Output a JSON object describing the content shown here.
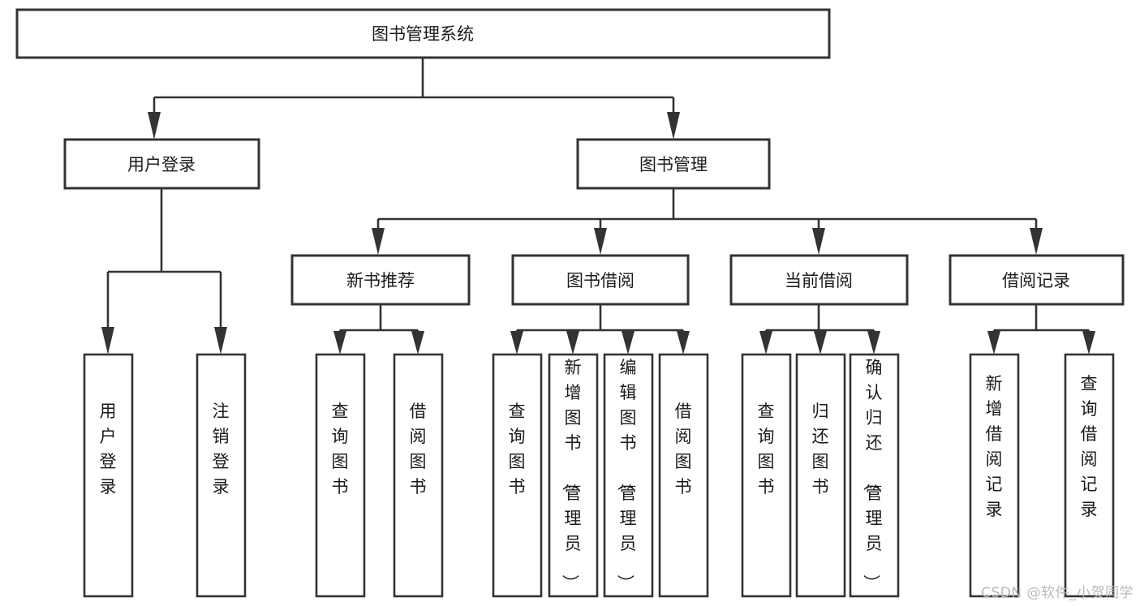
{
  "diagram": {
    "title": "图书管理系统",
    "type": "tree-hierarchy-chart",
    "watermark": "CSDN @软件_小贺同学",
    "root": {
      "id": "root",
      "label": "图书管理系统"
    },
    "level1": [
      {
        "id": "user-login",
        "label": "用户登录"
      },
      {
        "id": "book-management",
        "label": "图书管理"
      }
    ],
    "level2": [
      {
        "id": "new-book-recommend",
        "label": "新书推荐",
        "parent": "book-management"
      },
      {
        "id": "book-borrow",
        "label": "图书借阅",
        "parent": "book-management"
      },
      {
        "id": "current-borrow",
        "label": "当前借阅",
        "parent": "book-management"
      },
      {
        "id": "borrow-record",
        "label": "借阅记录",
        "parent": "book-management"
      }
    ],
    "leaves": {
      "user-login": [
        {
          "id": "leaf-user-login",
          "label": "用户登录"
        },
        {
          "id": "leaf-user-logout",
          "label": "注销登录"
        }
      ],
      "new-book-recommend": [
        {
          "id": "leaf-query-book-1",
          "label": "查询图书"
        },
        {
          "id": "leaf-borrow-book-1",
          "label": "借阅图书"
        }
      ],
      "book-borrow": [
        {
          "id": "leaf-query-book-2",
          "label": "查询图书"
        },
        {
          "id": "leaf-add-book",
          "label": "新增图书（管理员）"
        },
        {
          "id": "leaf-edit-book",
          "label": "编辑图书（管理员）"
        },
        {
          "id": "leaf-borrow-book-2",
          "label": "借阅图书"
        }
      ],
      "current-borrow": [
        {
          "id": "leaf-query-book-3",
          "label": "查询图书"
        },
        {
          "id": "leaf-return-book",
          "label": "归还图书"
        },
        {
          "id": "leaf-confirm-return",
          "label": "确认归还（管理员）"
        }
      ],
      "borrow-record": [
        {
          "id": "leaf-add-record",
          "label": "新增借阅记录"
        },
        {
          "id": "leaf-query-record",
          "label": "查询借阅记录"
        }
      ]
    },
    "colors": {
      "stroke": "#333333",
      "fill": "#ffffff",
      "text": "#1b1b1b",
      "watermark": "#b9b9b9"
    }
  }
}
